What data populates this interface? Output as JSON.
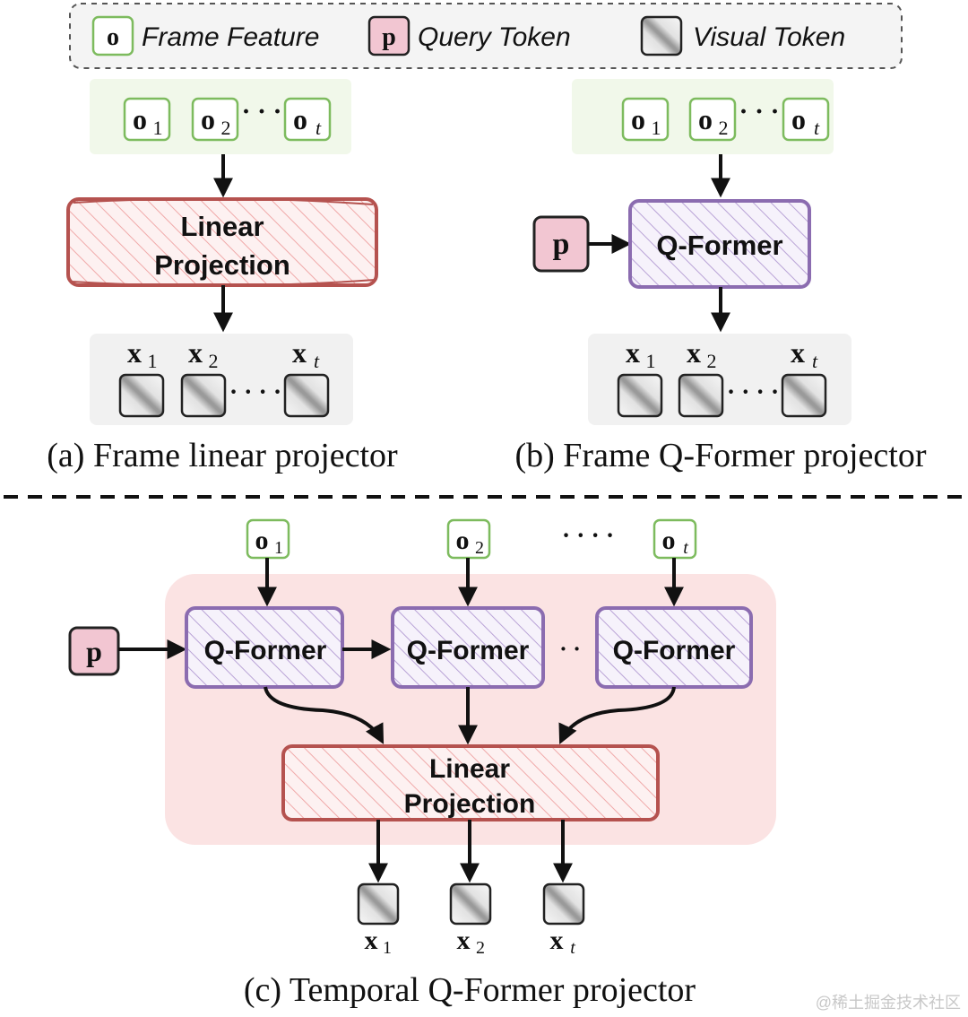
{
  "legend": {
    "frame_feature_glyph": "o",
    "frame_feature": "Frame Feature",
    "query_token_glyph": "p",
    "query_token": "Query Token",
    "visual_token": "Visual Token"
  },
  "panel_a": {
    "inputs": [
      {
        "base": "o",
        "sub": "1"
      },
      {
        "base": "o",
        "sub": "2"
      },
      {
        "base": "o",
        "sub": "t"
      }
    ],
    "dots": "· · ·",
    "block_line1": "Linear",
    "block_line2": "Projection",
    "outputs": [
      {
        "base": "x",
        "sub": "1"
      },
      {
        "base": "x",
        "sub": "2"
      },
      {
        "base": "x",
        "sub": "t"
      }
    ],
    "out_dots": "· · · ·",
    "caption": "(a) Frame linear projector"
  },
  "panel_b": {
    "inputs": [
      {
        "base": "o",
        "sub": "1"
      },
      {
        "base": "o",
        "sub": "2"
      },
      {
        "base": "o",
        "sub": "t"
      }
    ],
    "dots": "· · ·",
    "query": "p",
    "block": "Q-Former",
    "outputs": [
      {
        "base": "x",
        "sub": "1"
      },
      {
        "base": "x",
        "sub": "2"
      },
      {
        "base": "x",
        "sub": "t"
      }
    ],
    "out_dots": "· · · ·",
    "caption": "(b) Frame Q-Former projector"
  },
  "panel_c": {
    "inputs": [
      {
        "base": "o",
        "sub": "1"
      },
      {
        "base": "o",
        "sub": "2"
      },
      {
        "base": "o",
        "sub": "t"
      }
    ],
    "in_dots": "· · · ·",
    "query": "p",
    "qformers": [
      "Q-Former",
      "Q-Former",
      "Q-Former"
    ],
    "qf_dots": "· ·",
    "block_line1": "Linear",
    "block_line2": "Projection",
    "outputs": [
      {
        "base": "x",
        "sub": "1"
      },
      {
        "base": "x",
        "sub": "2"
      },
      {
        "base": "x",
        "sub": "t"
      }
    ],
    "caption": "(c) Temporal Q-Former projector"
  },
  "watermark": "@稀土掘金技术社区",
  "colors": {
    "green_border": "#7dbb5e",
    "green_bg": "#f1f8ea",
    "pink_fill": "#f2c6d2",
    "linear_border": "#b5524f",
    "linear_hatch": "#f0a9a9",
    "qformer_border": "#8b6cb0",
    "qformer_hatch": "#b9a3d6",
    "region_pink": "#fbe3e3",
    "gray_bg": "#f1f1f1",
    "legend_bg": "#f4f4f4"
  }
}
